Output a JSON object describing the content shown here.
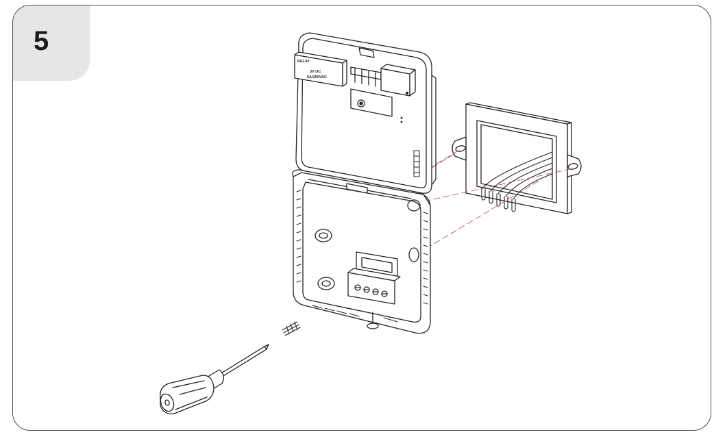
{
  "step": {
    "number": "5"
  },
  "relay": {
    "label": "RELAY",
    "line1": "3V  DC",
    "line2": "5A/250VAC"
  },
  "colors": {
    "frame": "#4a4a4a",
    "tab": "#e6e6e6",
    "line": "#222222",
    "guide": "#c0506e"
  }
}
